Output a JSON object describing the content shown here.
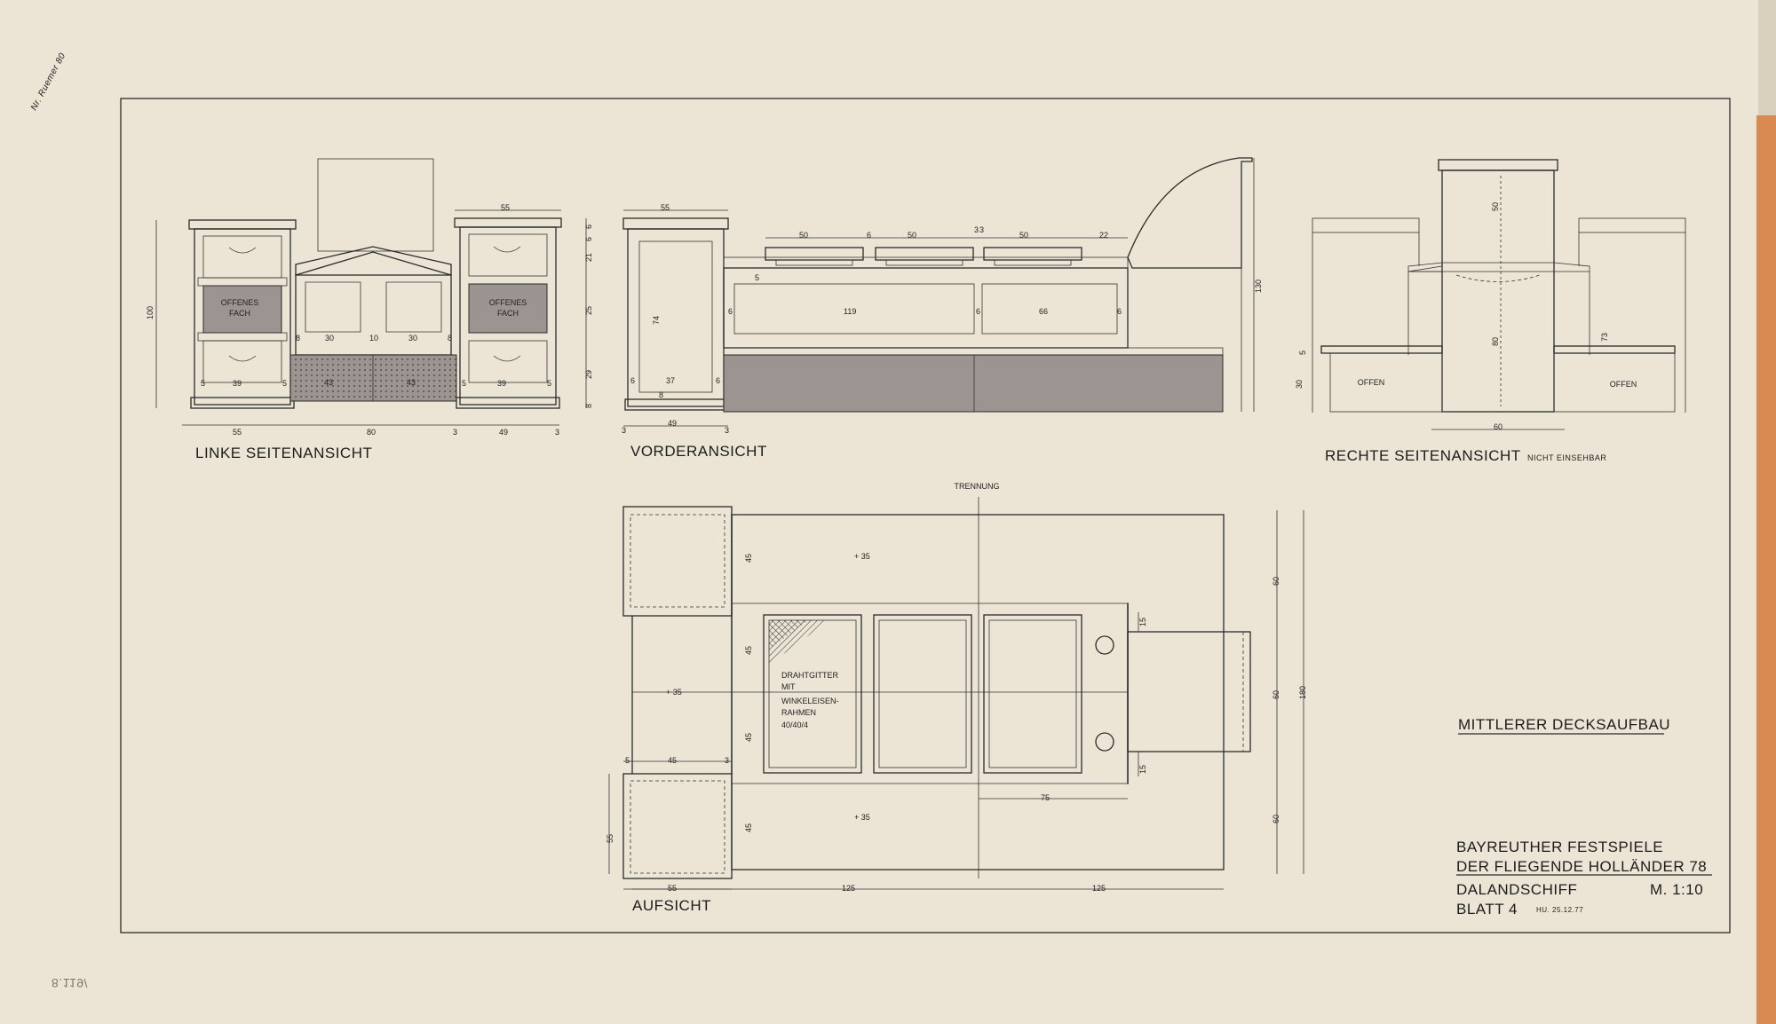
{
  "corner_note": "Nr. Ruemer 80",
  "catalog_number": "8.119/",
  "views": {
    "left_side": "LINKE SEITENANSICHT",
    "front": "VORDERANSICHT",
    "right_side": "RECHTE SEITENANSICHT",
    "right_side_note": "NICHT EINSEHBAR",
    "top": "AUFSICHT"
  },
  "labels": {
    "offenes_fach": [
      "OFFENES",
      "FACH"
    ],
    "offen": "OFFEN",
    "trennung": "TRENNUNG",
    "drahtgitter": [
      "DRAHTGITTER",
      "MIT",
      "WINKELEISEN-",
      "RAHMEN",
      "40/40/4"
    ],
    "plus35": "+ 35"
  },
  "dimensions": {
    "left": {
      "height": "100",
      "bottom": [
        "55",
        "80",
        "3",
        "49",
        "3"
      ],
      "inner": [
        "5",
        "39",
        "5",
        "8",
        "30",
        "10",
        "30",
        "8",
        "43",
        "43",
        "5",
        "39",
        "5"
      ],
      "top": "55",
      "right": [
        "6",
        "6",
        "21",
        "25",
        "29",
        "8"
      ]
    },
    "front": {
      "top": "55",
      "drawer_widths": [
        "50",
        "6",
        "50",
        "3",
        "3",
        "50",
        "22"
      ],
      "panels": [
        "6",
        "119",
        "6",
        "66",
        "6"
      ],
      "height_74": "74",
      "bottom": [
        "6",
        "37",
        "6",
        "3",
        "49",
        "3"
      ],
      "total_height": "130",
      "mid_5": "5",
      "bot_8": "8"
    },
    "right": {
      "height_50": "50",
      "height_80": "80",
      "height_30": "30",
      "height_73": "73",
      "small_5": "5",
      "bottom": "60"
    },
    "top": {
      "left_55": "55",
      "w45a": "45",
      "w45b": "45",
      "w45c": "45",
      "w45d": "45",
      "w45e": "45",
      "h60a": "60",
      "h60b": "60",
      "h60c": "60",
      "h180": "180",
      "h15a": "15",
      "h15b": "15",
      "w75": "75",
      "w125a": "125",
      "w125b": "125",
      "w55": "55",
      "w5": "5",
      "w3": "3"
    }
  },
  "title_block": {
    "heading": "MITTLERER DECKSAUFBAU",
    "line1": "BAYREUTHER FESTSPIELE",
    "line2": "DER FLIEGENDE HOLLÄNDER 78",
    "line3": "DALANDSCHIFF",
    "scale": "M. 1:10",
    "sheet": "BLATT 4",
    "date": "HU. 25.12.77"
  }
}
